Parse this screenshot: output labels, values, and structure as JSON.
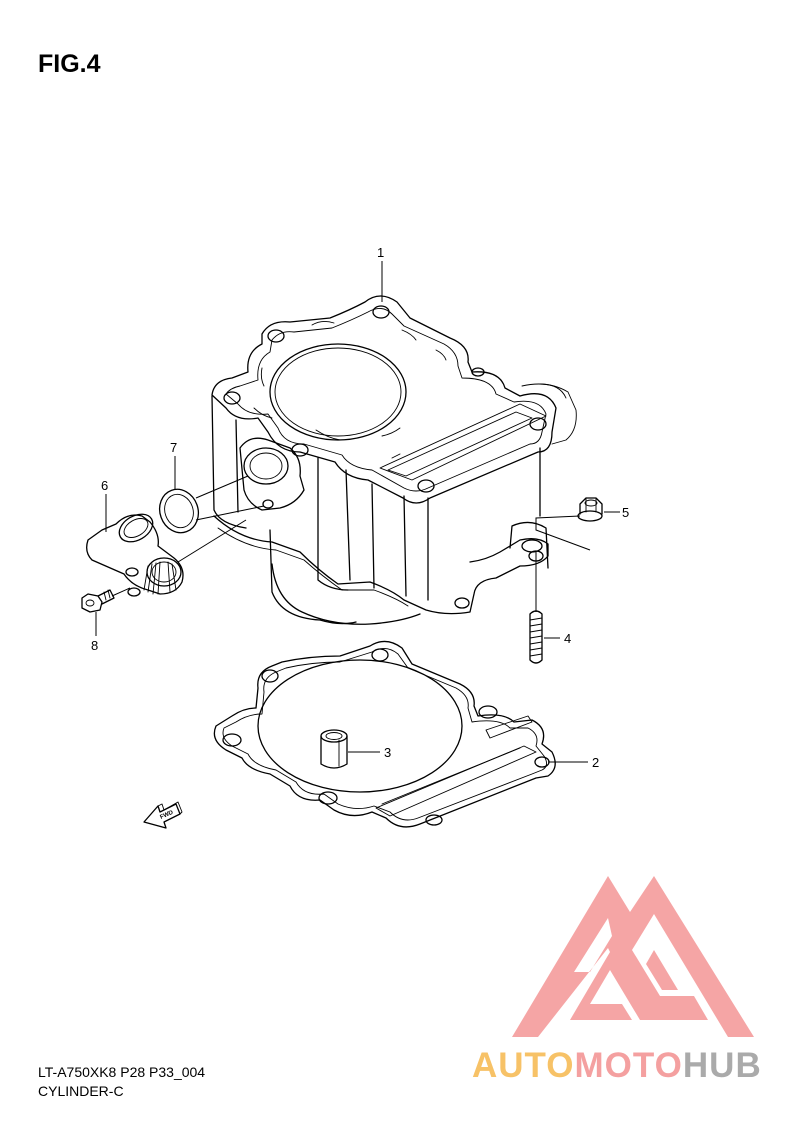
{
  "figure": {
    "title": "FIG.4",
    "code": "LT-A750XK8 P28 P33_004",
    "name": "CYLINDER-C"
  },
  "parts": {
    "p1": "1",
    "p2": "2",
    "p3": "3",
    "p4": "4",
    "p5": "5",
    "p6": "6",
    "p7": "7",
    "p8": "8"
  },
  "arrow_label": "FWD",
  "watermark": {
    "part_a": "AUTO",
    "part_b": "MOTO",
    "part_c": "HUB",
    "color_a": "#f7c267",
    "color_b": "#f4a0a0",
    "color_c": "#aaaaaa",
    "logo_color": "#f4a0a0"
  }
}
